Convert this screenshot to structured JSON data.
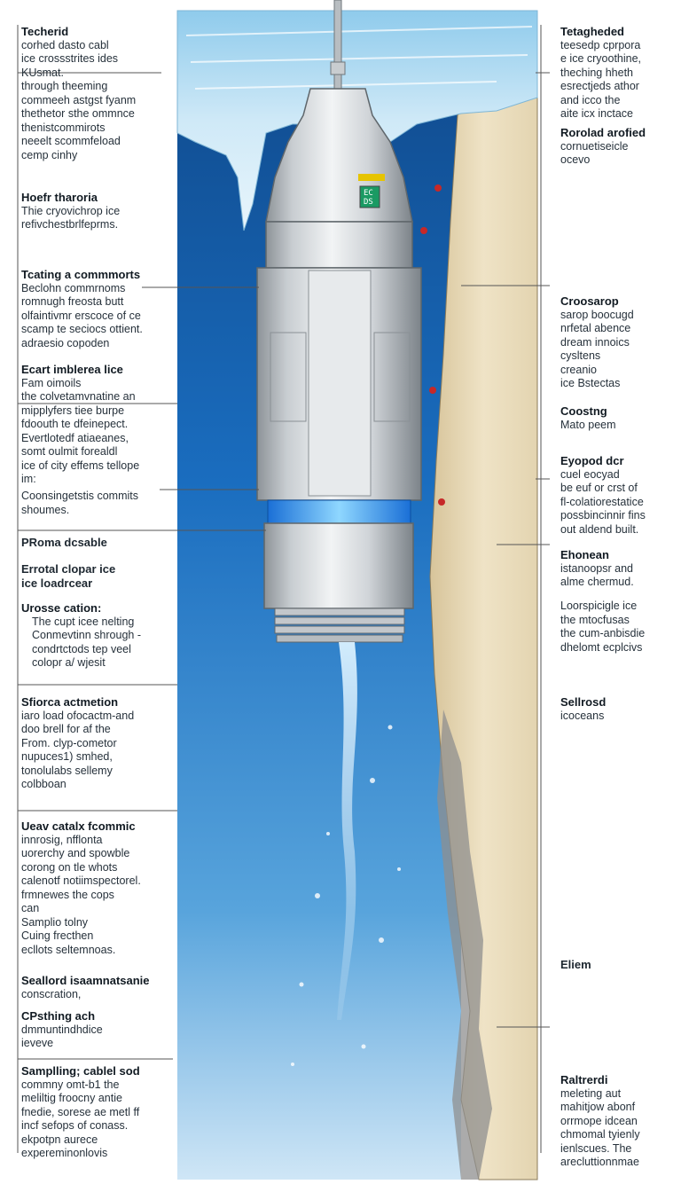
{
  "colors": {
    "water_deep": "#0b4f9a",
    "water_light": "#4f9ad9",
    "ice": "#cfe9f6",
    "rock": "#e5d7b5",
    "probe": "#d7dadd",
    "accent_red": "#c62828",
    "glow": "#37a8ff"
  },
  "left": [
    {
      "heading": "Techerid",
      "body": "corhed dasto cabl\nice crossstrites ides\nKUsmat.\nthrough theeming\ncommeeh astgst fyanm\nthethetor sthe ommnce\nthenistcommirots\nneeelt scommfeload\ncemp cinhy"
    },
    {
      "heading": "Hoefr tharoria",
      "body": "Thie cryovichrop ice\nrefivchestbrlfeprms."
    },
    {
      "heading": "Tcating a commmorts",
      "body": "Beclohn commrnoms\nromnugh freosta butt\nolfaintivmr erscoce of ce\nscamp te seciocs ottient.\nadraesio copoden"
    },
    {
      "heading": "Ecart imblerea lice",
      "body": "Fam oimoils\nthe colvetamvnatine an\nmipplyfers tiee burpe\nfdoouth te dfeinepect.\nEvertlotedf atiaeanes,\nsomt oulmit forealdl\nice of city effems tellope\nim:"
    },
    {
      "heading": "",
      "body": "Coonsingetstis commits\nshoumes."
    },
    {
      "heading": "PRoma dcsable",
      "body": ""
    },
    {
      "heading": "Errotal clopar ice\nice loadrcear",
      "body": ""
    },
    {
      "heading": "Urosse cation:",
      "body": "The cupt icee nelting\nConmevtinn shrough -\ncondrtctods tep veel\ncolopr a/ wjesit"
    },
    {
      "heading": "Sfiorca actmetion",
      "body": "iaro load ofocactm-and\ndoo brell for af the\nFrom. clyp-cometor\nnupuces1) smhed,\ntonolulabs sellemy\ncolbboan"
    },
    {
      "heading": "Ueav catalx fcommic",
      "body": "innrosig, nfflonta\nuorerchy and spowble\ncorong on tle whots\ncalenotf notiimspectorel.\nfrmnewes the cops\ncan\nSamplio tolny\nCuing frecthen\necllots seltemnoas."
    },
    {
      "heading": "Seallord isaamnatsanie",
      "body": "conscration,"
    },
    {
      "heading": "CPsthing ach",
      "body": "dmmuntindhdice\nieveve"
    },
    {
      "heading": "Samplling; cablel sod",
      "body": "commny omt-b1 the\nmeliltig froocny antie\nfnedie, sorese ae metl ff\nincf sefops of conass.\nekpotpn aurece\nexpereminonlovis"
    }
  ],
  "right": [
    {
      "heading": "Tetagheded",
      "body": "teesedp cprpora\ne ice cryoothine,\ntheching hheth\nesrectjeds athor\nand icco the\naite icx inctace"
    },
    {
      "heading": "Rorolad arofied",
      "body": "cornuetiseicle\nocevo"
    },
    {
      "heading": "Croosarop",
      "body": "sarop boocugd\nnrfetal abence\ndream innoics\ncysltens\ncreanio\nice Bstectas"
    },
    {
      "heading": "Coostng",
      "body": "Mato peem"
    },
    {
      "heading": "Eyopod dcr",
      "body": "cuel eocyad\nbe euf or crst of\nfl-colatiorestatice\npossbincinnir fins\nout aldend built."
    },
    {
      "heading": "Ehonean",
      "body": "istanoopsr and\nalme chermud."
    },
    {
      "heading": "",
      "body": "Loorspicigle ice\nthe mtocfusas\nthe cum-anbisdie\ndhelomt ecplcivs"
    },
    {
      "heading": "Sellrosd",
      "body": "icoceans"
    },
    {
      "heading": "Eliem",
      "body": ""
    },
    {
      "heading": "Raltrerdi",
      "body": "meleting aut\nmahitjow abonf\norrmope idcean\nchmomal tyienly\nienlscues. The\narecluttionnmae"
    }
  ],
  "probe": {
    "panel_labels": [
      "EC",
      "DS"
    ]
  }
}
